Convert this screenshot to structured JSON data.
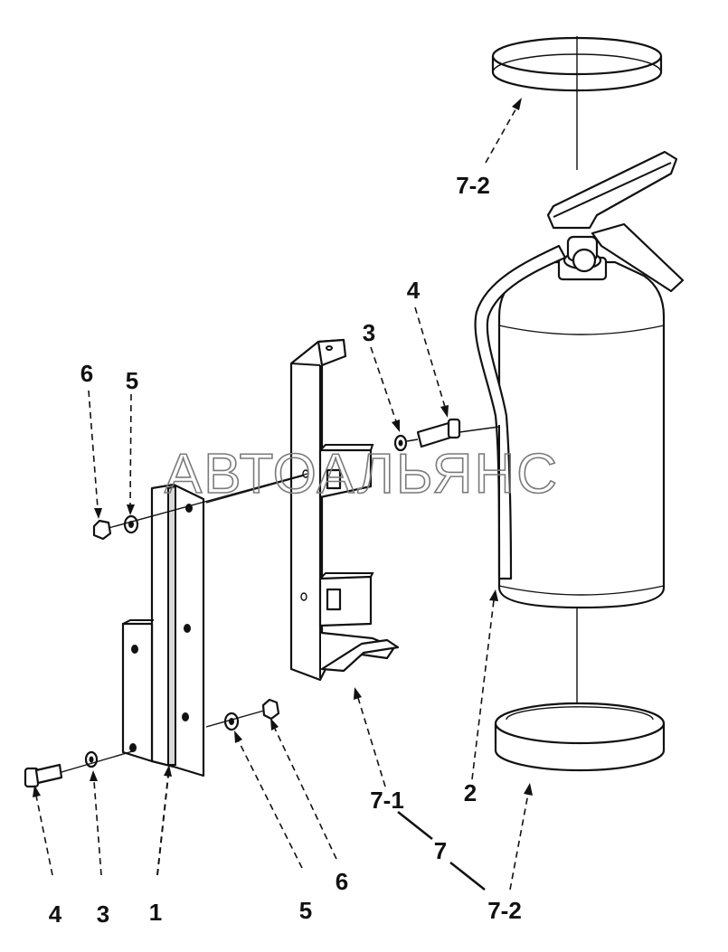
{
  "watermark": "АВТОАЛЬЯНС",
  "labels": {
    "l_7_2_top": "7-2",
    "l_4_top": "4",
    "l_3_top": "3",
    "l_6_left": "6",
    "l_5_left": "5",
    "l_7_1": "7-1",
    "l_7": "7",
    "l_7_2_bottom": "7-2",
    "l_2": "2",
    "l_4_bottom": "4",
    "l_3_bottom": "3",
    "l_1": "1",
    "l_5_bottom": "5",
    "l_6_bottom": "6"
  }
}
